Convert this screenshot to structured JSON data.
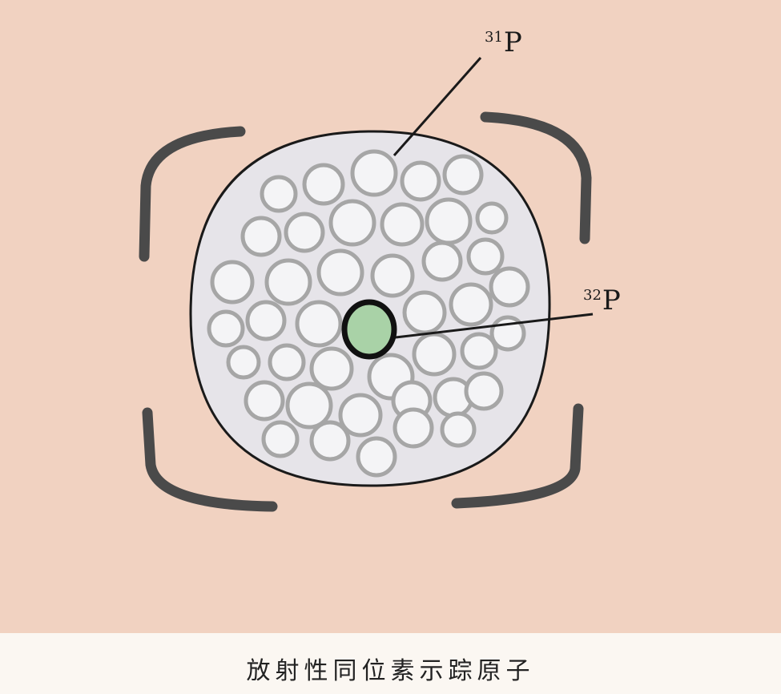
{
  "labels": {
    "p31": {
      "mass_number": "31",
      "element": "P"
    },
    "p32": {
      "mass_number": "32",
      "element": "P"
    }
  },
  "caption": "放射性同位素示踪原子",
  "colors": {
    "background": "#f1d2c1",
    "caption_background": "#fbf7f2",
    "sample_fill": "#e6e4e9",
    "particle_fill": "#f4f4f6",
    "particle_stroke": "#a6a6a6",
    "tracer_fill": "#a9d2a7",
    "tracer_stroke": "#111111",
    "bracket": "#4a4a4a"
  }
}
